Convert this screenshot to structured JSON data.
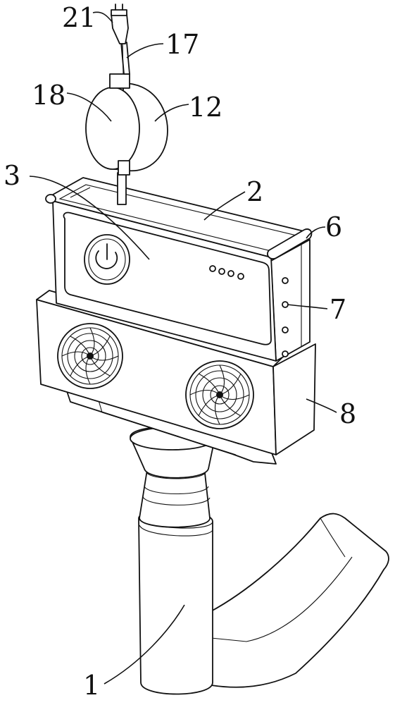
{
  "labels": [
    {
      "id": "21",
      "text": "21"
    },
    {
      "id": "17",
      "text": "17"
    },
    {
      "id": "18",
      "text": "18"
    },
    {
      "id": "12",
      "text": "12"
    },
    {
      "id": "3",
      "text": "3"
    },
    {
      "id": "2",
      "text": "2"
    },
    {
      "id": "6",
      "text": "6"
    },
    {
      "id": "7",
      "text": "7"
    },
    {
      "id": "8",
      "text": "8"
    },
    {
      "id": "1",
      "text": "1"
    }
  ]
}
